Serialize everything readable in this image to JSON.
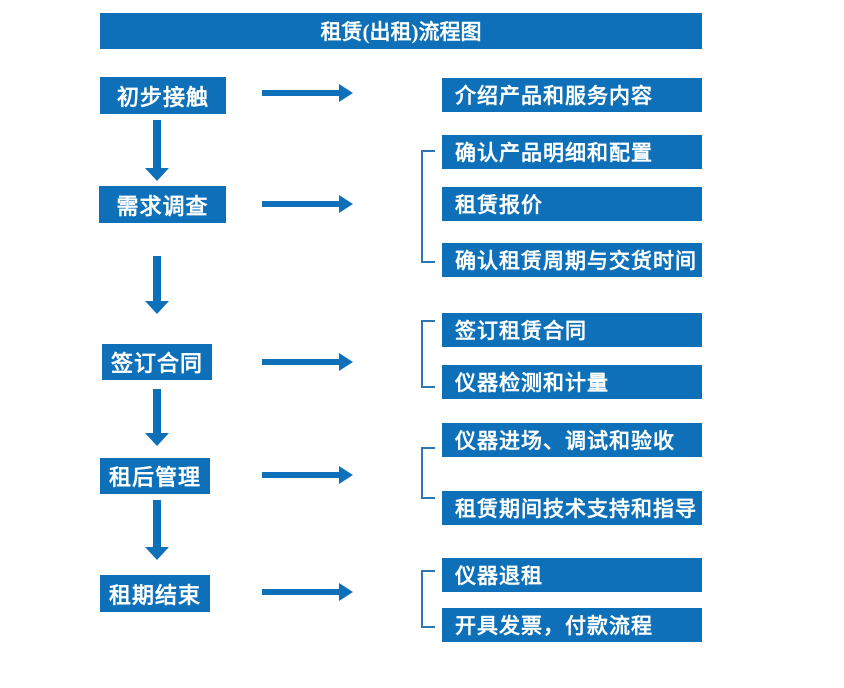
{
  "title": "租赁(出租)流程图",
  "colors": {
    "primary_blue": "#0d70b8",
    "bracket_blue": "#2e75b6",
    "text_white": "#ffffff",
    "background": "#ffffff"
  },
  "stages": [
    {
      "label": "初步接触",
      "details": [
        "介绍产品和服务内容"
      ]
    },
    {
      "label": "需求调查",
      "details": [
        "确认产品明细和配置",
        "租赁报价",
        "确认租赁周期与交货时间"
      ]
    },
    {
      "label": "签订合同",
      "details": [
        "签订租赁合同",
        "仪器检测和计量"
      ]
    },
    {
      "label": "租后管理",
      "details": [
        "仪器进场、调试和验收",
        "租赁期间技术支持和指导"
      ]
    },
    {
      "label": "租期结束",
      "details": [
        "仪器退租",
        "开具发票，付款流程"
      ]
    }
  ]
}
